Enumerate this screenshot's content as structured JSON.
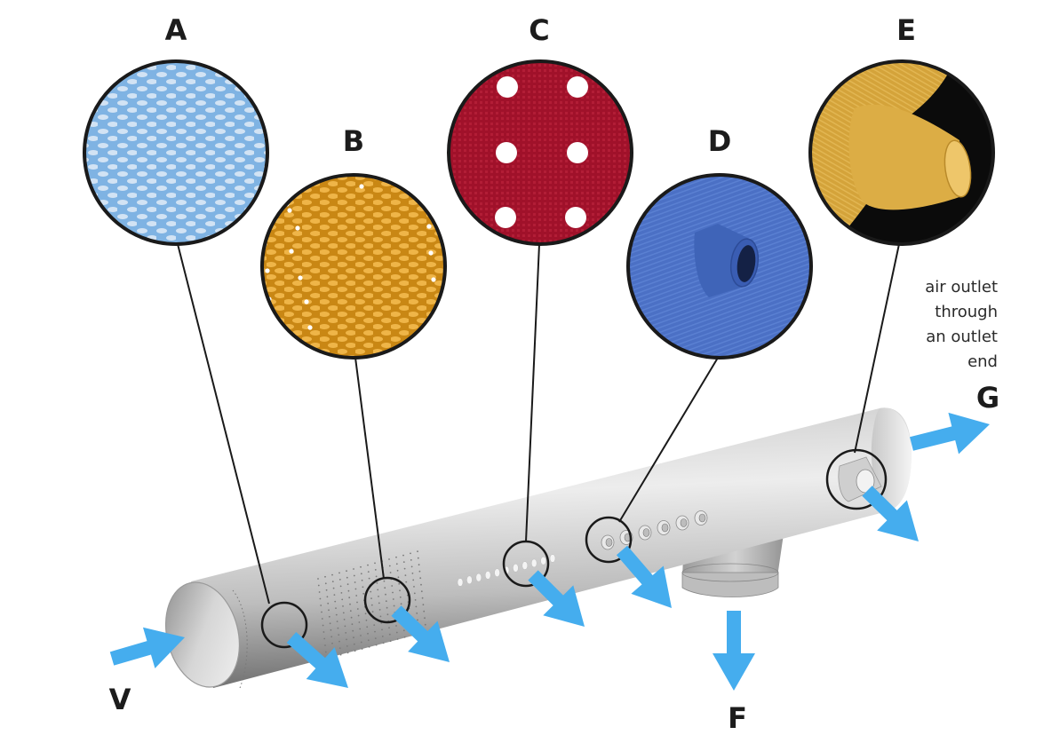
{
  "diagram": {
    "title": "Textile air duct outlet types",
    "arrow_color": "#45adee",
    "outline_color": "#1a1a1a",
    "pipe_color": "#d9d9d9",
    "variants": [
      {
        "id": "A",
        "label": "A",
        "description": "blue permeable woven fabric",
        "fabric_color": "#7fb3e3",
        "thread_color": "#c8ddf2"
      },
      {
        "id": "B",
        "label": "B",
        "description": "orange woven fabric with micro-perforation",
        "fabric_color": "#d9941f",
        "thread_color": "#f0b74a"
      },
      {
        "id": "C",
        "label": "C",
        "description": "red fabric with perforated holes",
        "fabric_color": "#a3122a",
        "thread_color": "#b8213a"
      },
      {
        "id": "D",
        "label": "D",
        "description": "blue fabric with nozzle",
        "fabric_color": "#4a6fc4",
        "thread_color": "#5b80d0"
      },
      {
        "id": "E",
        "label": "E",
        "description": "yellow fabric with outlet spigot",
        "fabric_color": "#d9a93a",
        "thread_color": "#e8c160"
      }
    ],
    "flow_labels": {
      "inlet": "V",
      "bottom_outlet": "F",
      "end_outlet": "G"
    },
    "end_note": [
      "air outlet",
      "through",
      "an outlet",
      "end"
    ]
  }
}
